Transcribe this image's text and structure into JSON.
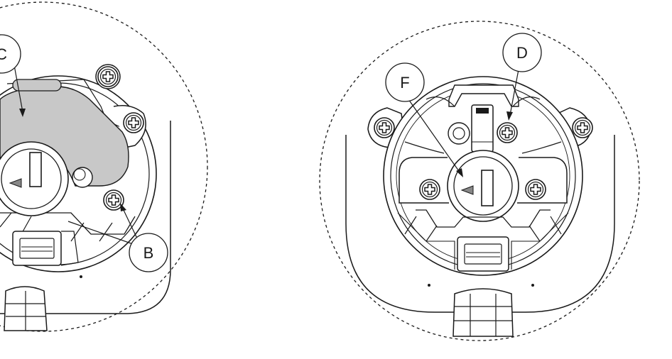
{
  "callouts": {
    "c": "C",
    "b": "B",
    "d": "D",
    "f": "F"
  },
  "colors": {
    "stroke": "#1a1a1a",
    "cover_fill": "#c8c8c8",
    "background": "#ffffff"
  }
}
